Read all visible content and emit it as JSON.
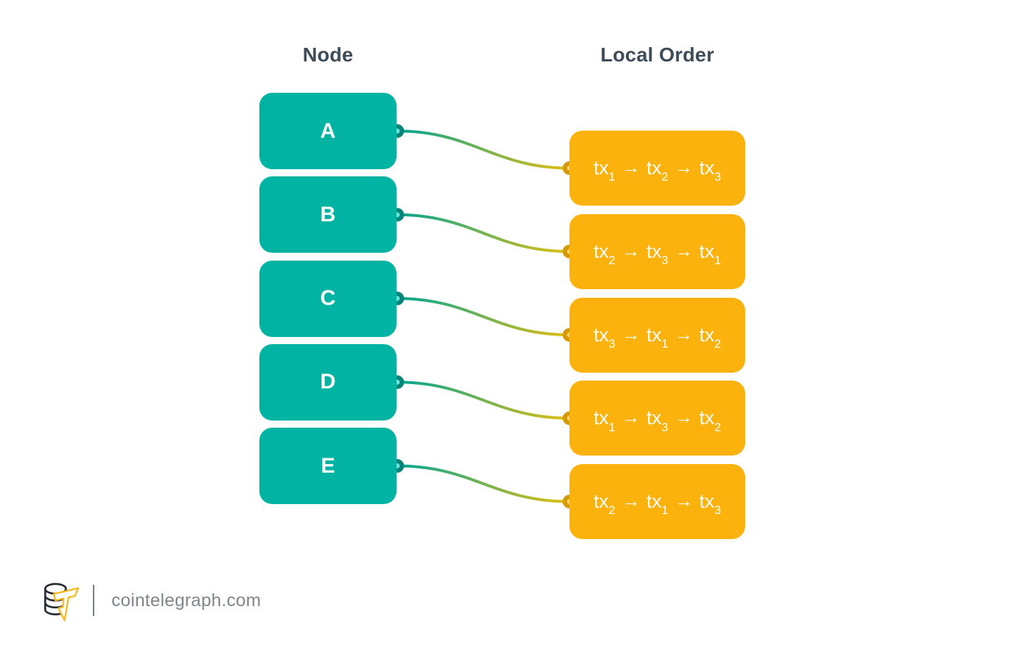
{
  "diagram": {
    "headers": {
      "left": "Node",
      "right": "Local Order"
    },
    "arrow": "→",
    "nodes": [
      {
        "label": "A"
      },
      {
        "label": "B"
      },
      {
        "label": "C"
      },
      {
        "label": "D"
      },
      {
        "label": "E"
      }
    ],
    "orders": [
      {
        "node": "A",
        "sequence": [
          {
            "base": "tx",
            "sub": "1"
          },
          {
            "base": "tx",
            "sub": "2"
          },
          {
            "base": "tx",
            "sub": "3"
          }
        ]
      },
      {
        "node": "B",
        "sequence": [
          {
            "base": "tx",
            "sub": "2"
          },
          {
            "base": "tx",
            "sub": "3"
          },
          {
            "base": "tx",
            "sub": "1"
          }
        ]
      },
      {
        "node": "C",
        "sequence": [
          {
            "base": "tx",
            "sub": "3"
          },
          {
            "base": "tx",
            "sub": "1"
          },
          {
            "base": "tx",
            "sub": "2"
          }
        ]
      },
      {
        "node": "D",
        "sequence": [
          {
            "base": "tx",
            "sub": "1"
          },
          {
            "base": "tx",
            "sub": "3"
          },
          {
            "base": "tx",
            "sub": "2"
          }
        ]
      },
      {
        "node": "E",
        "sequence": [
          {
            "base": "tx",
            "sub": "2"
          },
          {
            "base": "tx",
            "sub": "1"
          },
          {
            "base": "tx",
            "sub": "3"
          }
        ]
      }
    ]
  },
  "footer": {
    "site": "cointelegraph.com",
    "logo": "cointelegraph-coin-bolt-logo"
  },
  "colors": {
    "node_fill": "#00B3A3",
    "order_fill": "#FCB20C",
    "connector_start": "#00A793",
    "connector_end": "#E4BE10",
    "node_dot_ring": "#008578",
    "node_dot_core": "#6FE3D6",
    "order_dot_ring": "#D49A05",
    "order_dot_core": "#FFD45E",
    "header_text": "#3C4C59",
    "footer_text": "#7D868D",
    "box_text": "#FFFFFF",
    "logo_coin_outline": "#262C33",
    "logo_bolt": "#F6BB1D"
  }
}
